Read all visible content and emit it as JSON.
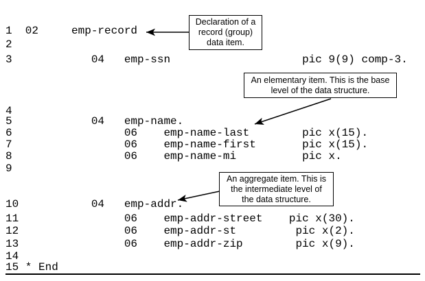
{
  "colors": {
    "background": "#ffffff",
    "ink": "#000000",
    "callout_background": "#ffffff",
    "callout_border": "#000000"
  },
  "code": {
    "lines": [
      "1  02     emp-record",
      "2",
      "3            04   emp-ssn                    pic 9(9) comp-3.",
      "4",
      "5            04   emp-name.",
      "6                 06    emp-name-last        pic x(15).",
      "7                 06    emp-name-first       pic x(15).",
      "8                 06    emp-name-mi          pic x.",
      "9",
      "10           04   emp-addr.",
      "11                06    emp-addr-street    pic x(30).",
      "12                06    emp-addr-st         pic x(2).",
      "13                06    emp-addr-zip        pic x(9).",
      "14",
      "15 * End"
    ]
  },
  "callouts": [
    {
      "target": "emp-record",
      "lines": [
        "Declaration of a",
        "record (group)",
        "data item."
      ]
    },
    {
      "target": "emp-name-last",
      "lines": [
        "An elementary item. This is the base",
        "level of the data structure."
      ]
    },
    {
      "target": "emp-addr",
      "lines": [
        "An aggregate item. This is",
        "the intermediate level of",
        "the data structure."
      ]
    }
  ]
}
